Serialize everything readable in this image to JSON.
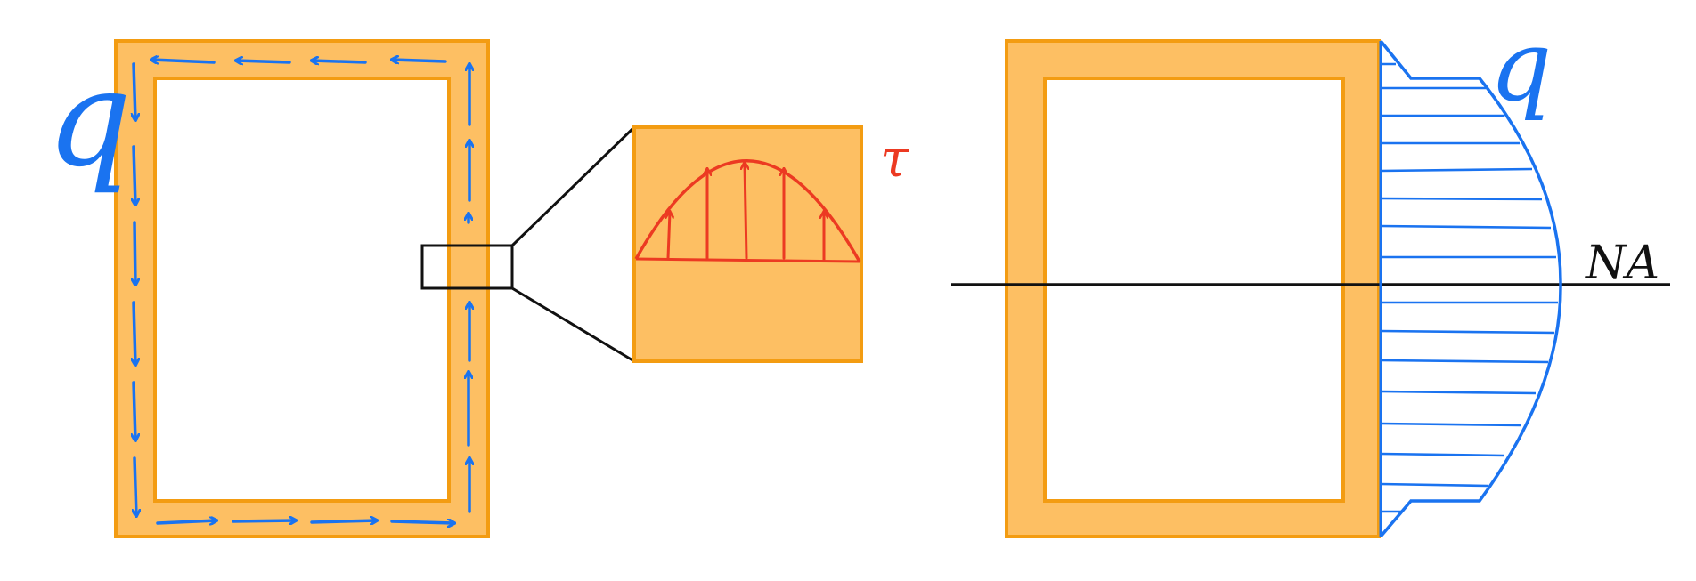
{
  "labels": {
    "left_flow": "q",
    "zoom_stress": "τ",
    "right_flow": "q",
    "neutral_axis": "NA"
  },
  "colors": {
    "section_fill": "#fdbf63",
    "section_stroke": "#f39c12",
    "flow_arrows": "#1a73f0",
    "stress": "#ec3a22",
    "outline": "#111111"
  }
}
